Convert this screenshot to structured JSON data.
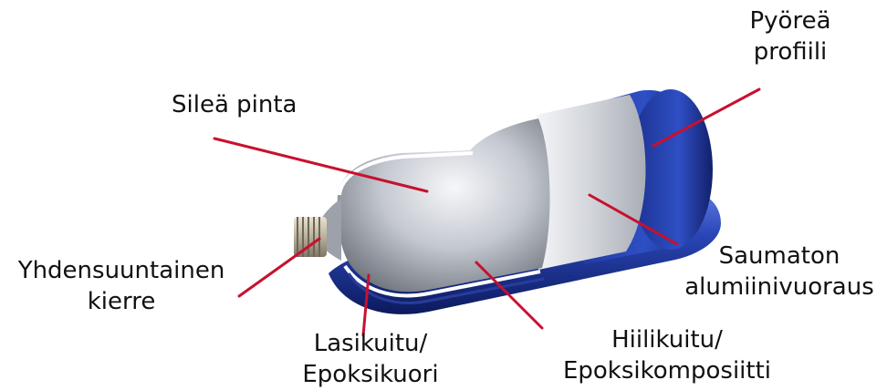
{
  "labels": {
    "round_profile": {
      "line1": "Pyöreä",
      "line2": "profiili"
    },
    "smooth_surface": "Sileä pinta",
    "parallel_thread": {
      "line1": "Yhdensuuntainen",
      "line2": "kierre"
    },
    "seamless_liner": {
      "line1": "Saumaton",
      "line2": "alumiinivuoraus"
    },
    "glass_fiber": {
      "line1": "Lasikuitu/",
      "line2": "Epoksikuori"
    },
    "carbon_fiber": {
      "line1": "Hiilikuitu/",
      "line2": "Epoksikomposiitti"
    }
  },
  "colors": {
    "leader_line": "#c8102e",
    "shell_dark": "#0f1e6e",
    "shell_light": "#3a5ad0",
    "liner_silver": "#c9ccd3"
  }
}
